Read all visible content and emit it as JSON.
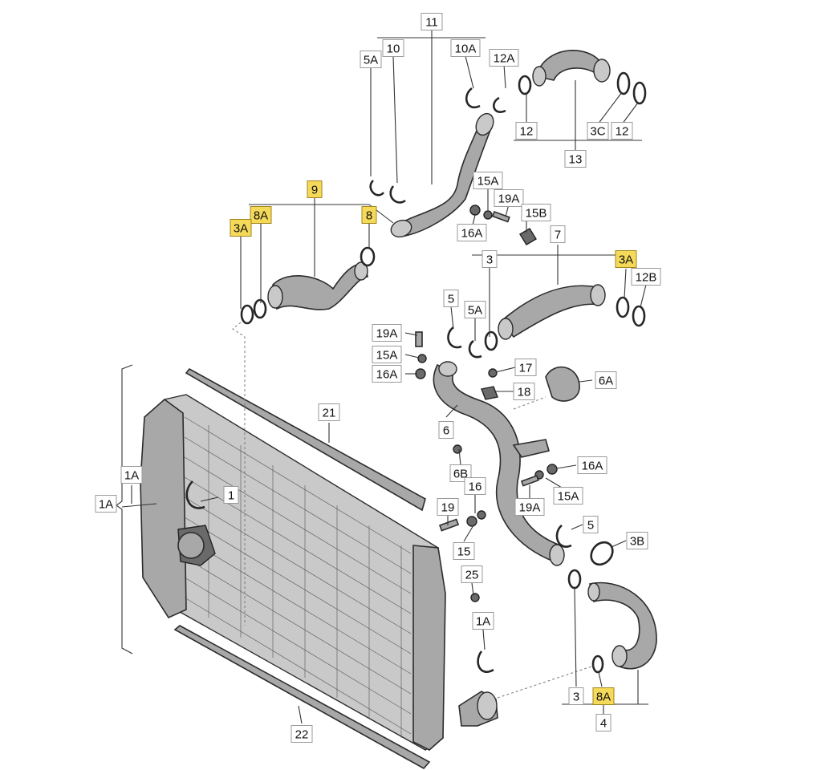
{
  "diagram": {
    "highlight_color": "#f5da5a",
    "labels": [
      "11",
      "10",
      "5A",
      "10A",
      "12A",
      "12",
      "3C",
      "12",
      "13",
      "9",
      "8A",
      "8",
      "3A",
      "15A",
      "19A",
      "15B",
      "16A",
      "7",
      "3",
      "3A",
      "12B",
      "5",
      "5A",
      "19A",
      "15A",
      "16A",
      "17",
      "6A",
      "18",
      "21",
      "6",
      "1A",
      "1",
      "1A",
      "6B",
      "16A",
      "16",
      "15A",
      "19",
      "19A",
      "5",
      "3B",
      "15",
      "25",
      "1A",
      "3",
      "8A",
      "4",
      "22"
    ],
    "highlighted": [
      false,
      false,
      false,
      false,
      false,
      false,
      false,
      false,
      false,
      true,
      true,
      true,
      true,
      false,
      false,
      false,
      false,
      false,
      false,
      true,
      false,
      false,
      false,
      false,
      false,
      false,
      false,
      false,
      false,
      false,
      false,
      false,
      false,
      false,
      false,
      false,
      false,
      false,
      false,
      false,
      false,
      false,
      false,
      false,
      false,
      false,
      true,
      false,
      false
    ]
  }
}
